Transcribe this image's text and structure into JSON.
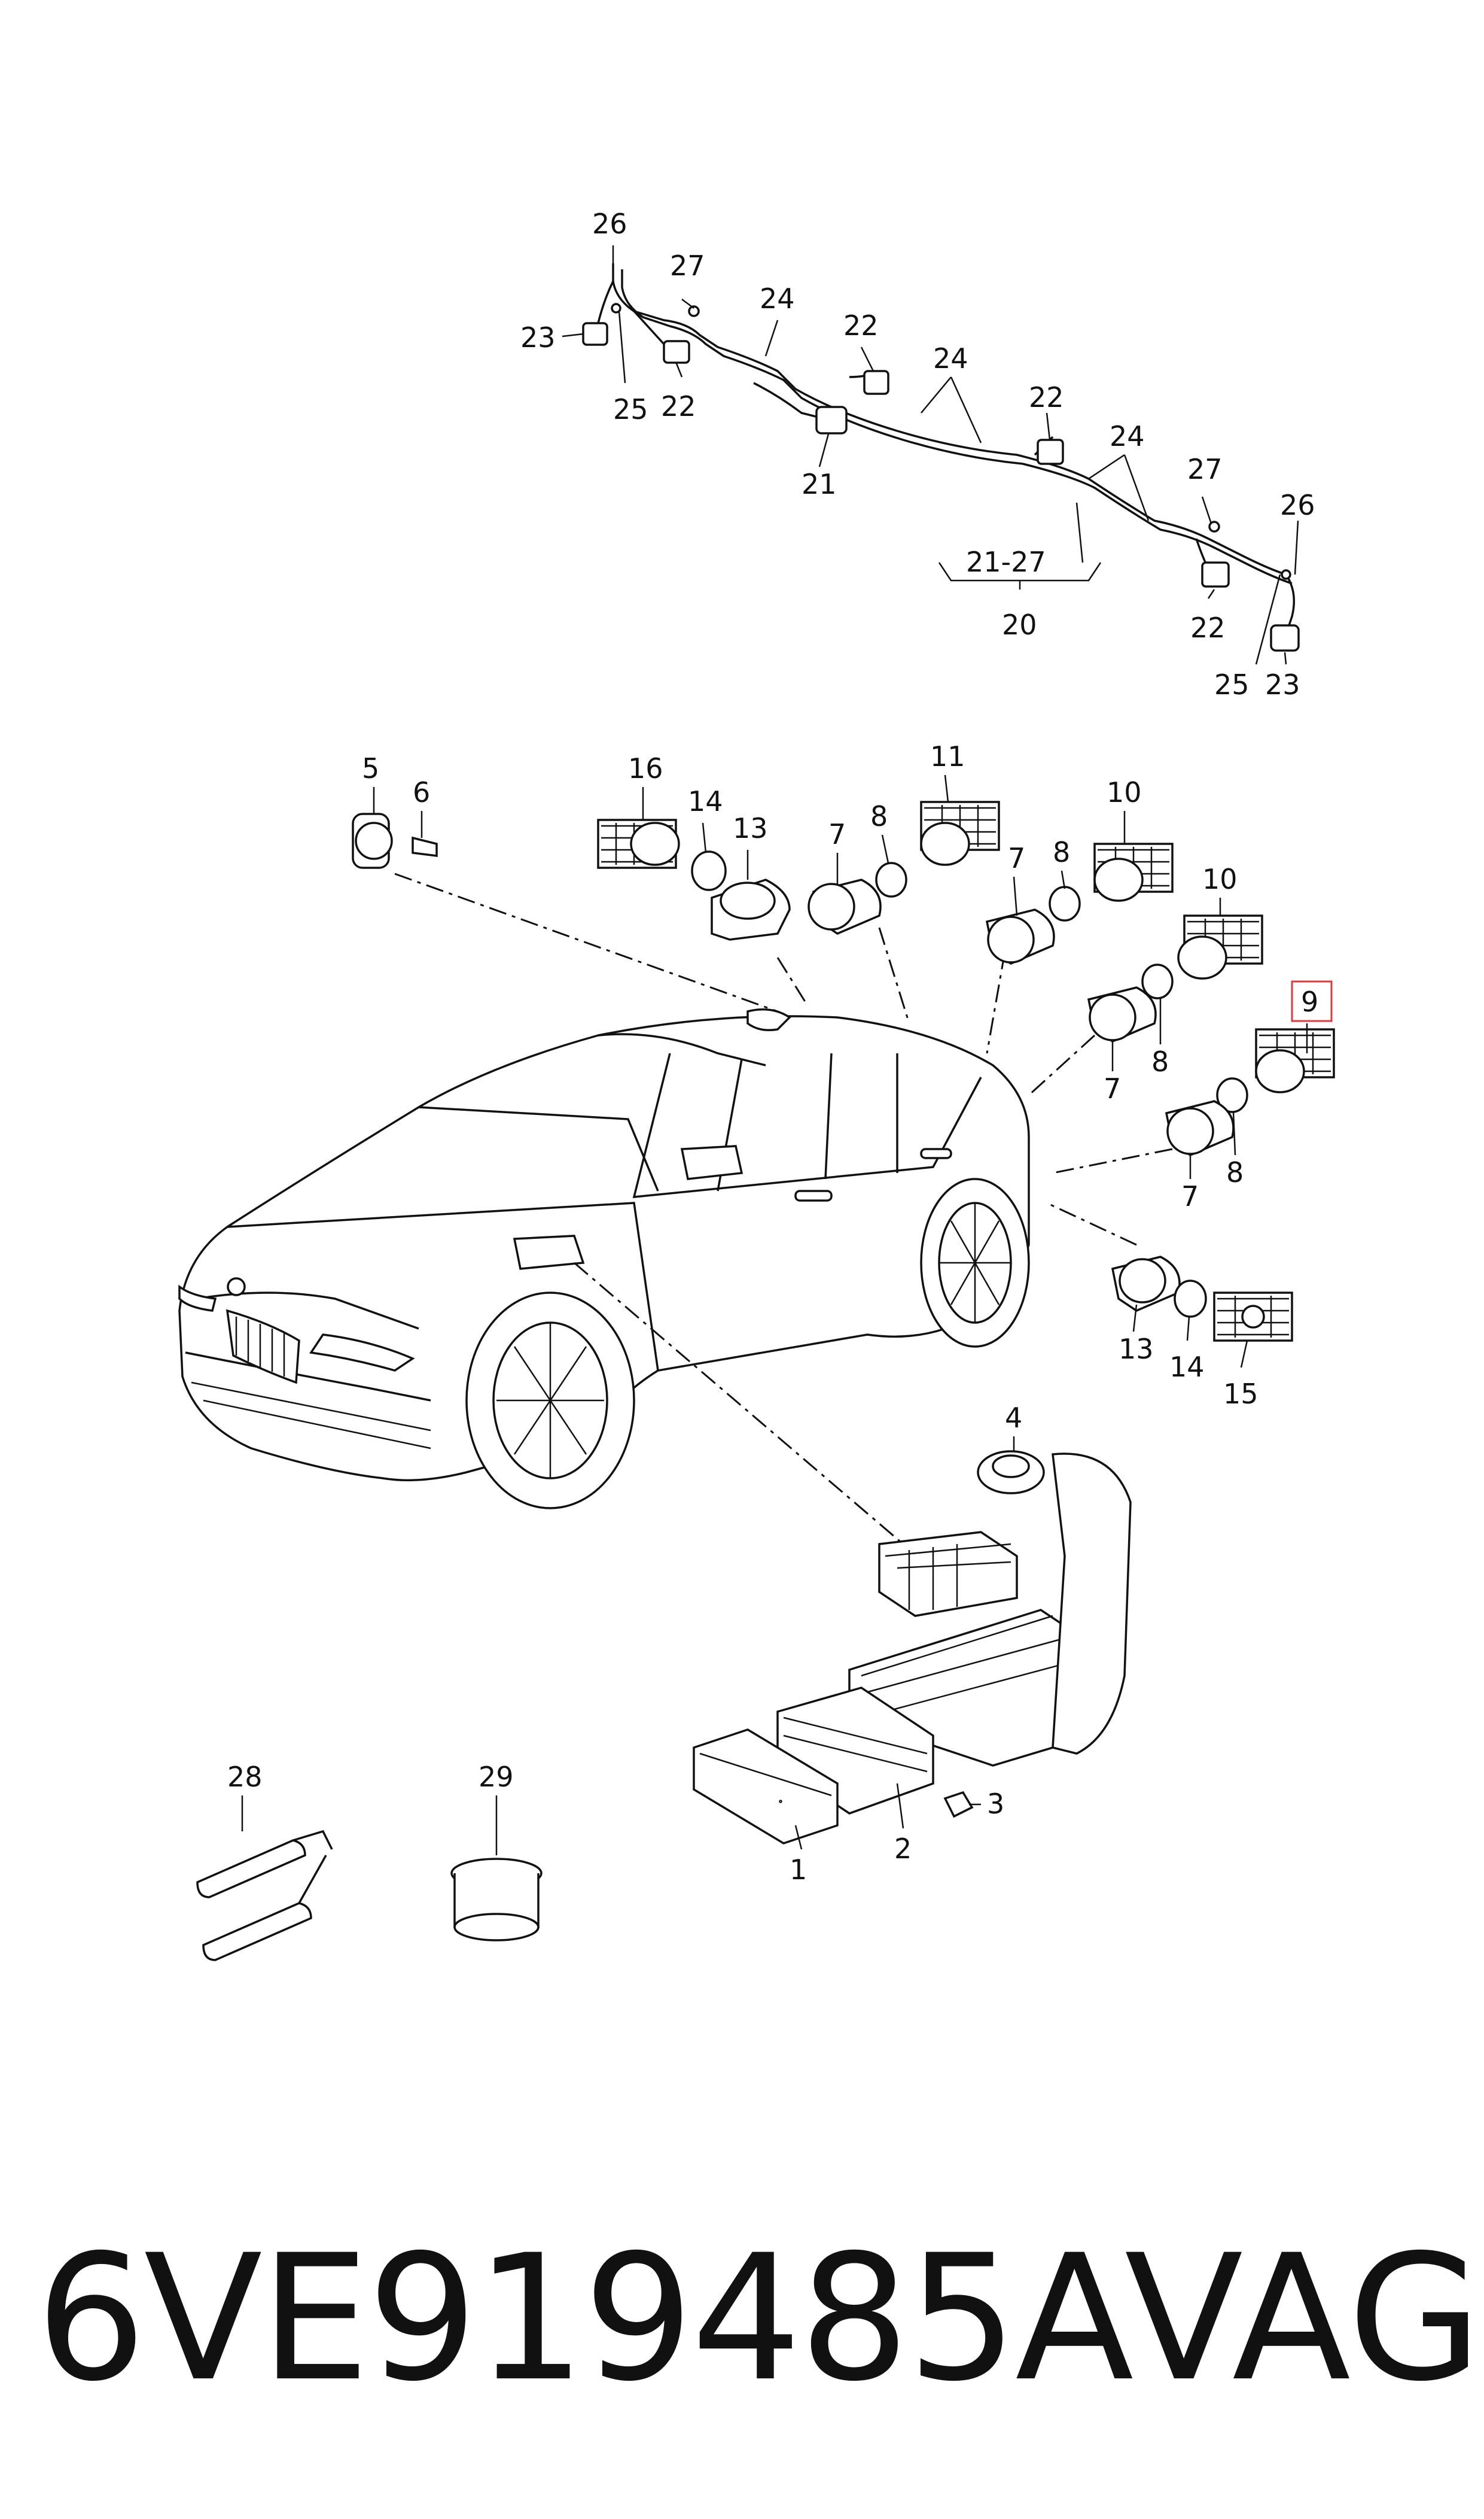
{
  "footer": {
    "part_number": "6VE919485A",
    "brand": "VAG"
  },
  "highlight": {
    "label": "9",
    "color": "#e0393b"
  },
  "callouts": [
    {
      "id": "c26a",
      "label": "26"
    },
    {
      "id": "c27a",
      "label": "27"
    },
    {
      "id": "c24a",
      "label": "24"
    },
    {
      "id": "c23a",
      "label": "23"
    },
    {
      "id": "c25a",
      "label": "25"
    },
    {
      "id": "c22a",
      "label": "22"
    },
    {
      "id": "c22b",
      "label": "22"
    },
    {
      "id": "c24b",
      "label": "24"
    },
    {
      "id": "c21",
      "label": "21"
    },
    {
      "id": "c22c",
      "label": "22"
    },
    {
      "id": "c24c",
      "label": "24"
    },
    {
      "id": "c27b",
      "label": "27"
    },
    {
      "id": "c26b",
      "label": "26"
    },
    {
      "id": "c2127",
      "label": "21-27"
    },
    {
      "id": "c20",
      "label": "20"
    },
    {
      "id": "c22d",
      "label": "22"
    },
    {
      "id": "c25b",
      "label": "25"
    },
    {
      "id": "c23b",
      "label": "23"
    },
    {
      "id": "c5",
      "label": "5"
    },
    {
      "id": "c6",
      "label": "6"
    },
    {
      "id": "c16",
      "label": "16"
    },
    {
      "id": "c14a",
      "label": "14"
    },
    {
      "id": "c13a",
      "label": "13"
    },
    {
      "id": "c7a",
      "label": "7"
    },
    {
      "id": "c8a",
      "label": "8"
    },
    {
      "id": "c11",
      "label": "11"
    },
    {
      "id": "c7b",
      "label": "7"
    },
    {
      "id": "c8b",
      "label": "8"
    },
    {
      "id": "c10a",
      "label": "10"
    },
    {
      "id": "c10b",
      "label": "10"
    },
    {
      "id": "c8c",
      "label": "8"
    },
    {
      "id": "c7c",
      "label": "7"
    },
    {
      "id": "c8d",
      "label": "8"
    },
    {
      "id": "c7d",
      "label": "7"
    },
    {
      "id": "c13b",
      "label": "13"
    },
    {
      "id": "c14b",
      "label": "14"
    },
    {
      "id": "c15",
      "label": "15"
    },
    {
      "id": "c4",
      "label": "4"
    },
    {
      "id": "c3",
      "label": "3"
    },
    {
      "id": "c2",
      "label": "2"
    },
    {
      "id": "c1",
      "label": "1"
    },
    {
      "id": "c28",
      "label": "28"
    },
    {
      "id": "c29",
      "label": "29"
    }
  ]
}
